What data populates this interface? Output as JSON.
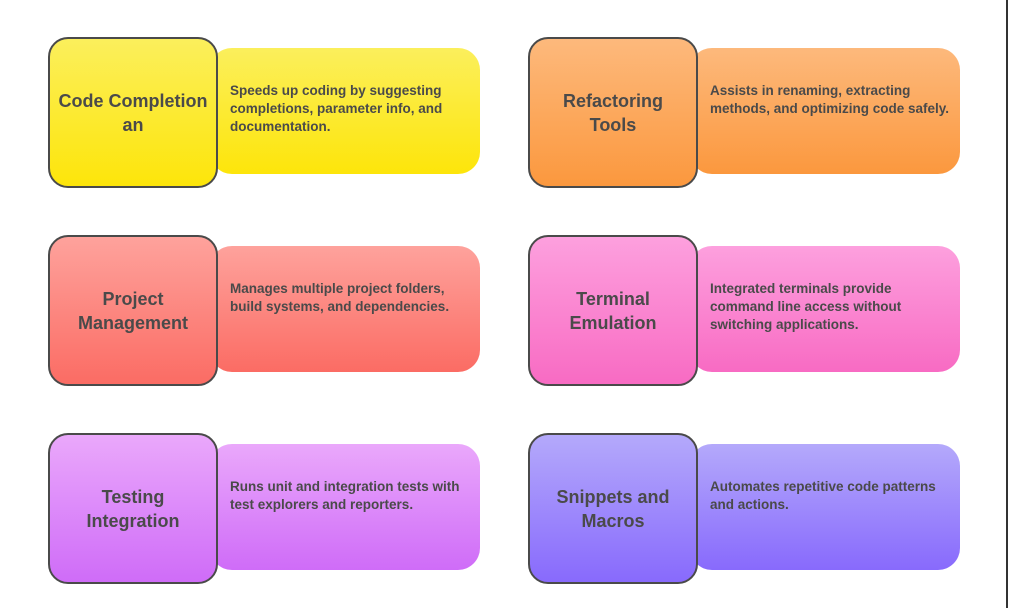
{
  "cards": [
    {
      "title": "Code Completion an",
      "description": "Speeds up coding by suggesting completions, parameter info, and documentation.",
      "color_top": "#fbef5c",
      "color_bottom": "#fde50a"
    },
    {
      "title": "Refactoring Tools",
      "description": "Assists in renaming, extracting methods, and optimizing code safely.",
      "color_top": "#fdb97c",
      "color_bottom": "#fb983e"
    },
    {
      "title": "Project Management",
      "description": "Manages multiple project folders, build systems, and dependencies.",
      "color_top": "#fea29c",
      "color_bottom": "#fb6c64"
    },
    {
      "title": "Terminal Emulation",
      "description": "Integrated terminals provide command line access without switching applications.",
      "color_top": "#fda0de",
      "color_bottom": "#f86bc3"
    },
    {
      "title": "Testing Integration",
      "description": "Runs unit and integration tests with test explorers and reporters.",
      "color_top": "#eaa8fb",
      "color_bottom": "#cf6cf8"
    },
    {
      "title": "Snippets and Macros",
      "description": "Automates repetitive code patterns and actions.",
      "color_top": "#b4a9fb",
      "color_bottom": "#886afc"
    }
  ]
}
